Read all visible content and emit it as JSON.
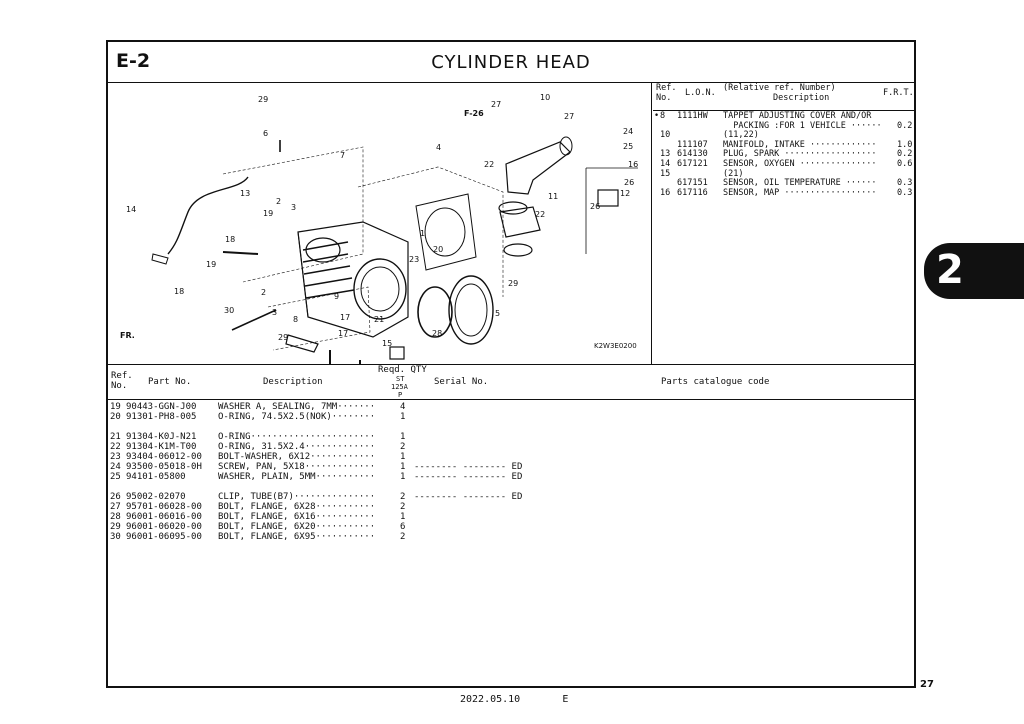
{
  "header": {
    "section": "E-2",
    "title": "CYLINDER HEAD"
  },
  "diagram": {
    "code": "K2W3E0200",
    "ref_labels": [
      "29",
      "6",
      "7",
      "13",
      "2",
      "3",
      "19",
      "14",
      "18",
      "4",
      "1",
      "27",
      "10",
      "27",
      "F-26",
      "24",
      "25",
      "16",
      "22",
      "11",
      "22",
      "26",
      "26",
      "12",
      "20",
      "23",
      "29",
      "5",
      "19",
      "18",
      "30",
      "2",
      "3",
      "8",
      "9",
      "17",
      "17",
      "21",
      "28",
      "15",
      "29",
      "FR."
    ]
  },
  "tab": {
    "number": "2"
  },
  "page_number": "27",
  "footer": {
    "date": "2022.05.10",
    "edition": "E"
  },
  "right_table": {
    "headers": {
      "ref": "Ref.",
      "no": "No.",
      "lon": "L.O.N.",
      "rel": "(Relative ref. Number)",
      "desc": "Description",
      "frt": "F.R.T."
    },
    "rows": [
      {
        "mark": "•",
        "ref": "8",
        "lon": "1111HW",
        "desc": "TAPPET ADJUSTING COVER AND/OR",
        "frt": ""
      },
      {
        "mark": "",
        "ref": "",
        "lon": "",
        "desc": "  PACKING :FOR 1 VEHICLE ······",
        "frt": "0.2"
      },
      {
        "mark": "",
        "ref": "10",
        "lon": "",
        "desc": "(11,22)",
        "frt": ""
      },
      {
        "mark": "",
        "ref": "",
        "lon": "111107",
        "desc": "MANIFOLD, INTAKE ·············",
        "frt": "1.0"
      },
      {
        "mark": "",
        "ref": "13",
        "lon": "614130",
        "desc": "PLUG, SPARK ··················",
        "frt": "0.2"
      },
      {
        "mark": "",
        "ref": "14",
        "lon": "617121",
        "desc": "SENSOR, OXYGEN ···············",
        "frt": "0.6"
      },
      {
        "mark": "",
        "ref": "15",
        "lon": "",
        "desc": "(21)",
        "frt": ""
      },
      {
        "mark": "",
        "ref": "",
        "lon": "617151",
        "desc": "SENSOR, OIL TEMPERATURE ······",
        "frt": "0.3"
      },
      {
        "mark": "",
        "ref": "16",
        "lon": "617116",
        "desc": "SENSOR, MAP ··················",
        "frt": "0.3"
      }
    ]
  },
  "parts_table": {
    "headers": {
      "ref": "Ref.",
      "no": "No.",
      "part": "Part No.",
      "desc": "Description",
      "reqd": "Reqd. QTY",
      "st": "ST",
      "model": "125A",
      "p": "P",
      "serial": "Serial No.",
      "catalog": "Parts catalogue code"
    },
    "rows": [
      {
        "ref": "19",
        "part": "90443-GGN-J00",
        "desc": "WASHER A, SEALING, 7MM·······",
        "qty": "4",
        "serial": ""
      },
      {
        "ref": "20",
        "part": "91301-PH8-005",
        "desc": "O-RING, 74.5X2.5(NOK)········",
        "qty": "1",
        "serial": ""
      },
      {
        "ref": "",
        "part": "",
        "desc": "",
        "qty": "",
        "serial": ""
      },
      {
        "ref": "21",
        "part": "91304-K0J-N21",
        "desc": "O-RING·······················",
        "qty": "1",
        "serial": ""
      },
      {
        "ref": "22",
        "part": "91304-K1M-T00",
        "desc": "O-RING, 31.5X2.4·············",
        "qty": "2",
        "serial": ""
      },
      {
        "ref": "23",
        "part": "93404-06012-00",
        "desc": "BOLT-WASHER, 6X12············",
        "qty": "1",
        "serial": ""
      },
      {
        "ref": "24",
        "part": "93500-05018-0H",
        "desc": "SCREW, PAN, 5X18·············",
        "qty": "1",
        "serial": "-------- -------- ED"
      },
      {
        "ref": "25",
        "part": "94101-05800",
        "desc": "WASHER, PLAIN, 5MM···········",
        "qty": "1",
        "serial": "-------- -------- ED"
      },
      {
        "ref": "",
        "part": "",
        "desc": "",
        "qty": "",
        "serial": ""
      },
      {
        "ref": "26",
        "part": "95002-02070",
        "desc": "CLIP, TUBE(B7)···············",
        "qty": "2",
        "serial": "-------- -------- ED"
      },
      {
        "ref": "27",
        "part": "95701-06028-00",
        "desc": "BOLT, FLANGE, 6X28···········",
        "qty": "2",
        "serial": ""
      },
      {
        "ref": "28",
        "part": "96001-06016-00",
        "desc": "BOLT, FLANGE, 6X16···········",
        "qty": "1",
        "serial": ""
      },
      {
        "ref": "29",
        "part": "96001-06020-00",
        "desc": "BOLT, FLANGE, 6X20···········",
        "qty": "6",
        "serial": ""
      },
      {
        "ref": "30",
        "part": "96001-06095-00",
        "desc": "BOLT, FLANGE, 6X95···········",
        "qty": "2",
        "serial": ""
      }
    ]
  }
}
